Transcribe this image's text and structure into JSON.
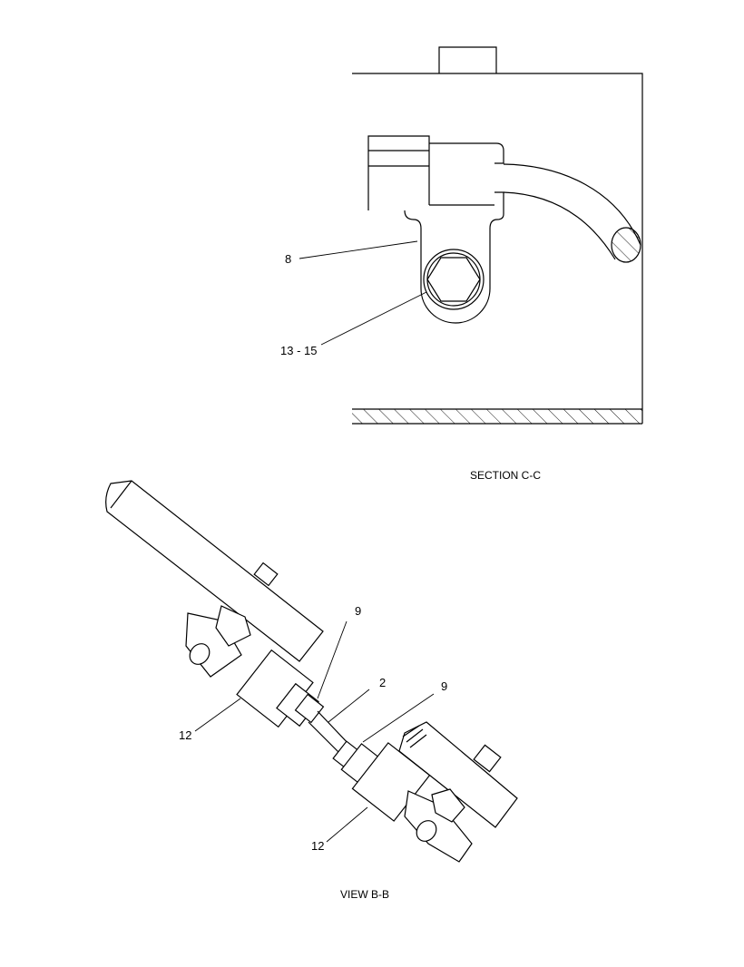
{
  "section_cc": {
    "caption": "SECTION C-C",
    "callouts": {
      "part_8": "8",
      "part_13_15": "13 - 15"
    }
  },
  "view_bb": {
    "caption": "VIEW B-B",
    "callouts": {
      "part_9_upper": "9",
      "part_2": "2",
      "part_9_lower": "9",
      "part_12_upper": "12",
      "part_12_lower": "12"
    }
  }
}
